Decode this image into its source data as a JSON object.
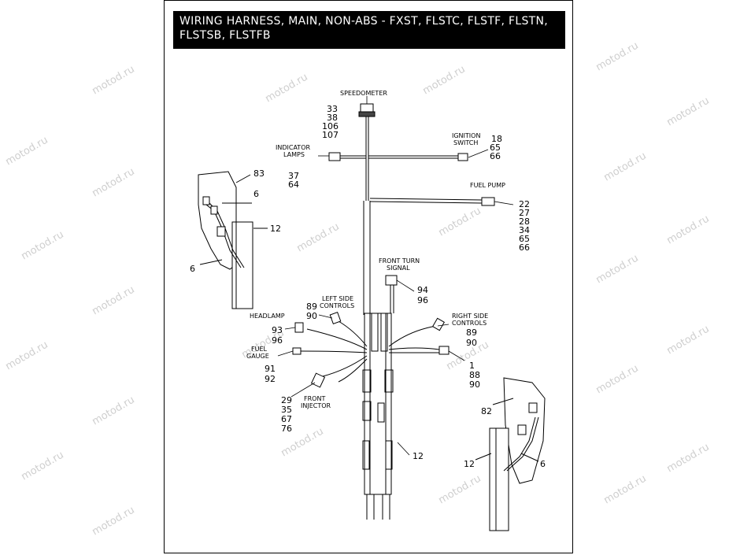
{
  "title": {
    "line1": "WIRING HARNESS, MAIN, NON-ABS - FXST, FLSTC, FLSTF, FLSTN,",
    "line2": "FLSTSB, FLSTFB"
  },
  "watermark": "motod.ru",
  "components": {
    "speedometer": {
      "label": "SPEEDOMETER",
      "parts": [
        "33",
        "38",
        "106",
        "107"
      ]
    },
    "indicator_lamps": {
      "label_line1": "INDICATOR",
      "label_line2": "LAMPS",
      "parts": [
        "37",
        "64"
      ]
    },
    "ignition_switch": {
      "label_line1": "IGNITION",
      "label_line2": "SWITCH",
      "parts": [
        "18",
        "65",
        "66"
      ]
    },
    "fuel_pump": {
      "label": "FUEL PUMP",
      "parts": [
        "22",
        "27",
        "28",
        "34",
        "65",
        "66"
      ]
    },
    "front_turn_signal": {
      "label_line1": "FRONT TURN",
      "label_line2": "SIGNAL",
      "parts": [
        "94",
        "96"
      ]
    },
    "left_side_controls": {
      "label_line1": "LEFT SIDE",
      "label_line2": "CONTROLS",
      "parts": [
        "89",
        "90"
      ]
    },
    "right_side_controls": {
      "label_line1": "RIGHT SIDE",
      "label_line2": "CONTROLS",
      "parts": [
        "89",
        "90"
      ]
    },
    "headlamp": {
      "label": "HEADLAMP",
      "parts": [
        "93",
        "96"
      ]
    },
    "fuel_gauge": {
      "label_line1": "FUEL",
      "label_line2": "GAUGE",
      "parts": [
        "91",
        "92"
      ]
    },
    "front_injector": {
      "label_line1": "FRONT",
      "label_line2": "INJECTOR",
      "parts": [
        "29",
        "35",
        "67",
        "76"
      ]
    },
    "right_branch": {
      "parts": [
        "1",
        "88",
        "90"
      ]
    }
  },
  "left_detail": {
    "parts": [
      "83",
      "6",
      "12",
      "6"
    ]
  },
  "right_detail": {
    "parts": [
      "82",
      "12",
      "6"
    ]
  },
  "main_frame_part": "12",
  "colors": {
    "title_bg": "#000000",
    "title_text": "#ffffff",
    "watermark": "#cfcfcf",
    "line": "#000000"
  }
}
